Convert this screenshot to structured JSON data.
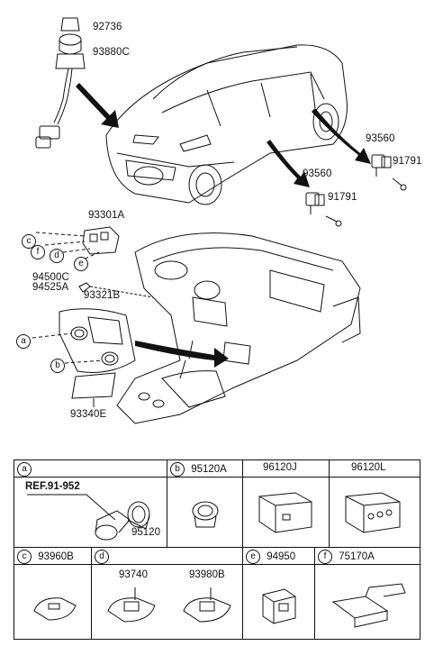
{
  "parts": {
    "p92736": "92736",
    "p93880c": "93880C",
    "p93560_a": "93560",
    "p91791_a": "91791",
    "p93560_b": "93560",
    "p91791_b": "91791",
    "p93301a": "93301A",
    "p94500c": "94500C",
    "p94525a": "94525A",
    "p93321b": "93321B",
    "p93340e": "93340E"
  },
  "callouts": {
    "c": "c",
    "f": "f",
    "d": "d",
    "e": "e",
    "a": "a",
    "b": "b"
  },
  "table": {
    "a": {
      "letter": "a",
      "ref": "REF.91-952",
      "part": "95120"
    },
    "b": {
      "letter": "b",
      "part": "95120A"
    },
    "col3": {
      "part": "96120J"
    },
    "col4": {
      "part": "96120L"
    },
    "c": {
      "letter": "c",
      "part": "93960B"
    },
    "d": {
      "letter": "d",
      "part1": "93740",
      "part2": "93980B"
    },
    "e": {
      "letter": "e",
      "part": "94950"
    },
    "f": {
      "letter": "f",
      "part": "75170A"
    }
  }
}
